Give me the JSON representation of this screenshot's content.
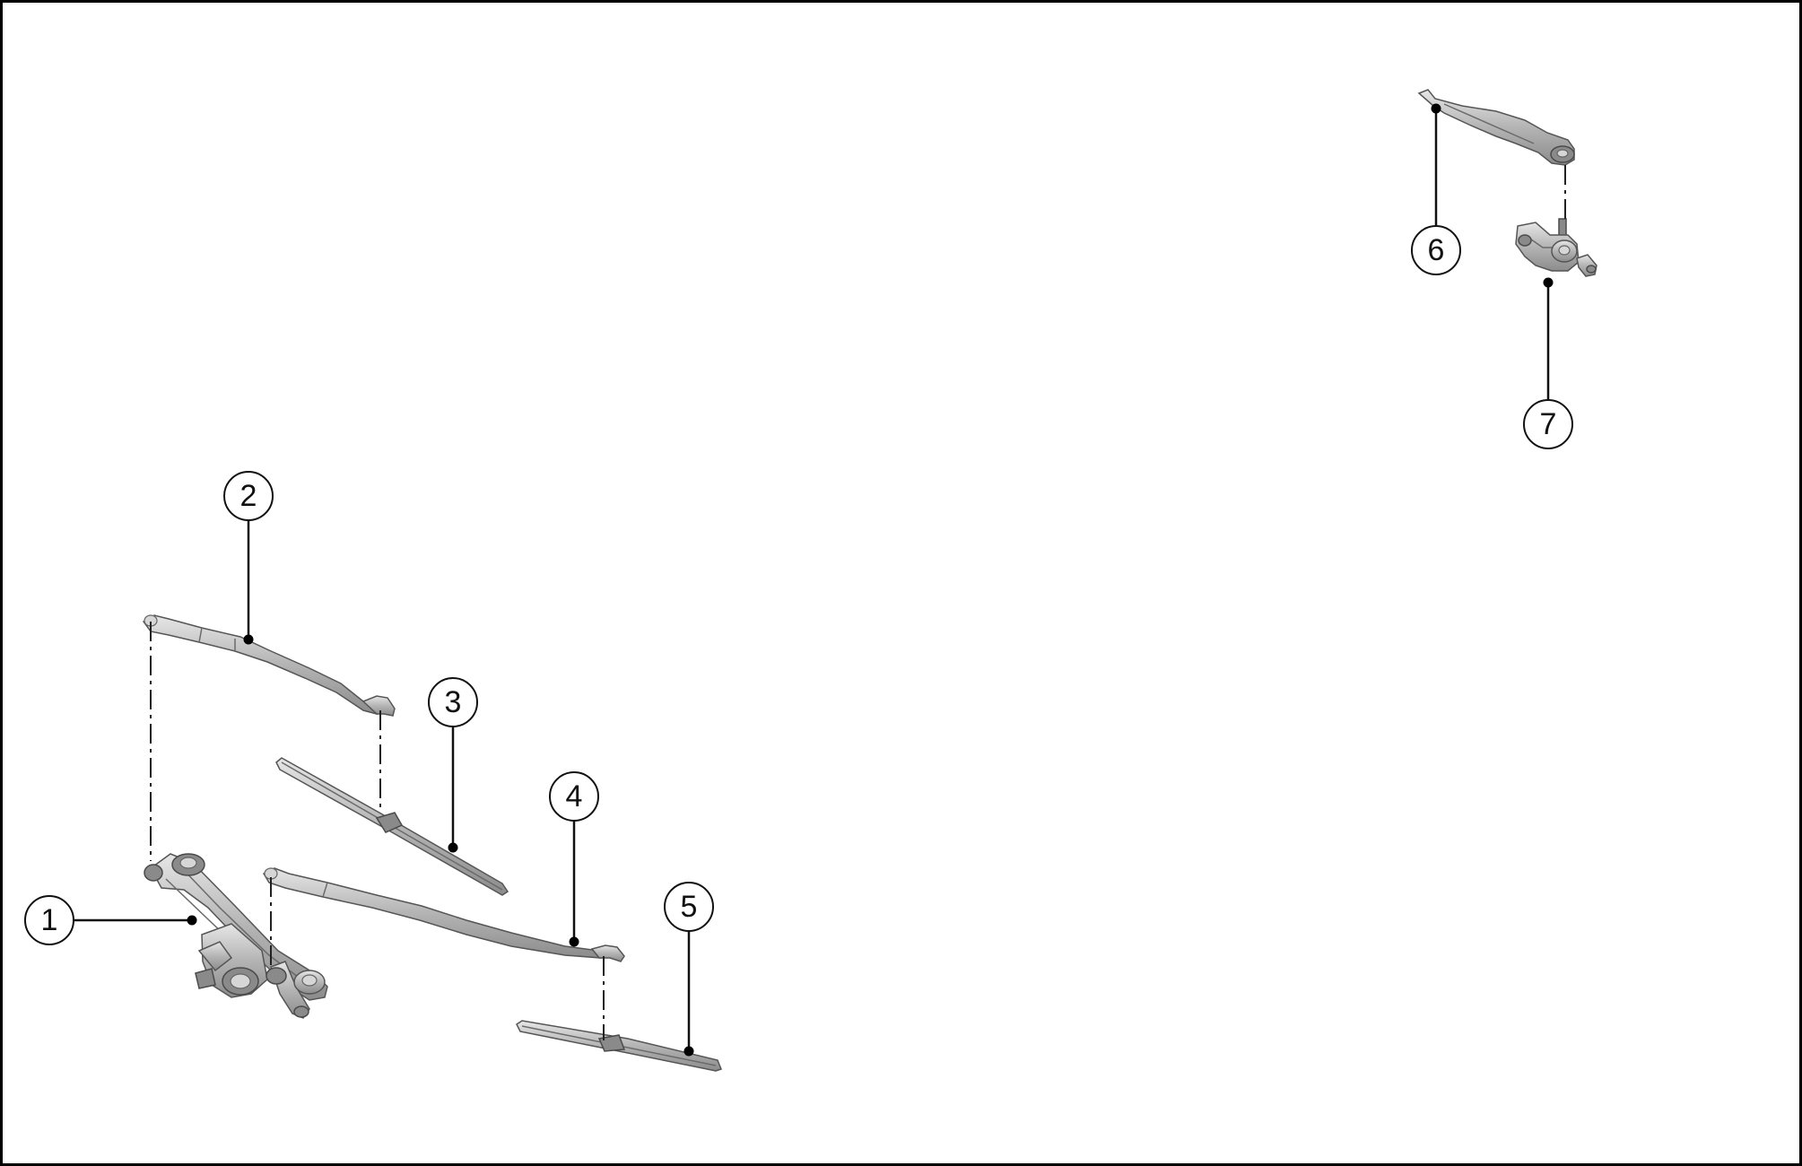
{
  "diagram": {
    "frame_color": "#000000",
    "background_color": "#ffffff",
    "callouts": [
      {
        "id": "1",
        "label": "1"
      },
      {
        "id": "2",
        "label": "2"
      },
      {
        "id": "3",
        "label": "3"
      },
      {
        "id": "4",
        "label": "4"
      },
      {
        "id": "5",
        "label": "5"
      },
      {
        "id": "6",
        "label": "6"
      },
      {
        "id": "7",
        "label": "7"
      }
    ],
    "parts": [
      {
        "callout": "1",
        "icon": "wiper-motor-linkage-icon"
      },
      {
        "callout": "2",
        "icon": "wiper-arm-icon"
      },
      {
        "callout": "3",
        "icon": "wiper-blade-icon"
      },
      {
        "callout": "4",
        "icon": "wiper-arm-icon"
      },
      {
        "callout": "5",
        "icon": "wiper-blade-icon"
      },
      {
        "callout": "6",
        "icon": "rear-wiper-arm-icon"
      },
      {
        "callout": "7",
        "icon": "rear-wiper-motor-icon"
      }
    ]
  }
}
